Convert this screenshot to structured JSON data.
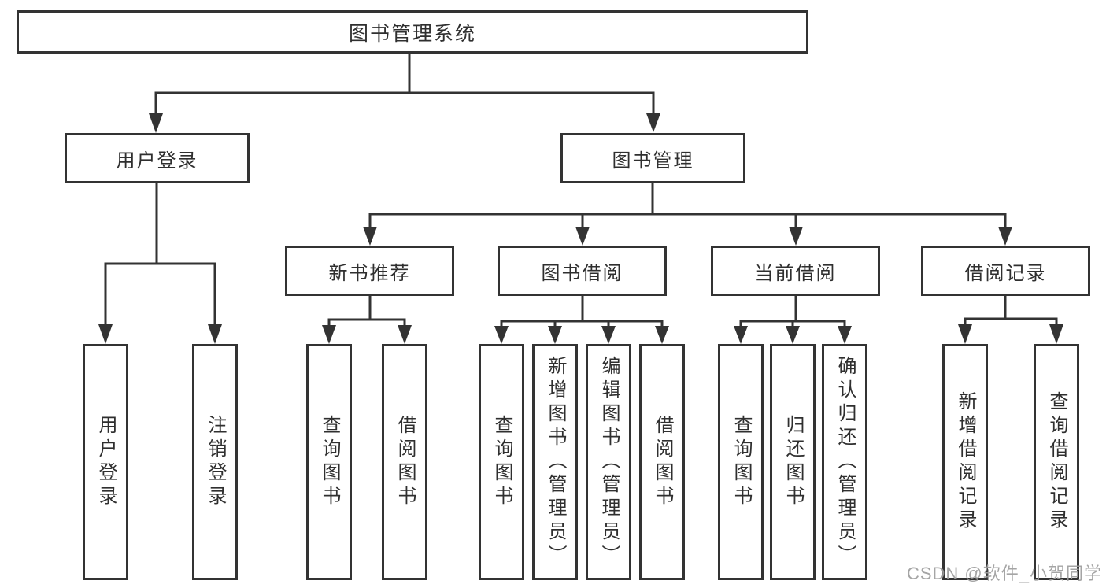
{
  "tree": {
    "root": {
      "label": "图书管理系统"
    },
    "level2": [
      {
        "label": "用户登录",
        "children": [
          {
            "label": "用户登录"
          },
          {
            "label": "注销登录"
          }
        ]
      },
      {
        "label": "图书管理",
        "children": [
          {
            "label": "新书推荐",
            "children": [
              {
                "label": "查询图书"
              },
              {
                "label": "借阅图书"
              }
            ]
          },
          {
            "label": "图书借阅",
            "children": [
              {
                "label": "查询图书"
              },
              {
                "label": "新增图书（管理员）"
              },
              {
                "label": "编辑图书（管理员）"
              },
              {
                "label": "借阅图书"
              }
            ]
          },
          {
            "label": "当前借阅",
            "children": [
              {
                "label": "查询图书"
              },
              {
                "label": "归还图书"
              },
              {
                "label": "确认归还（管理员）"
              }
            ]
          },
          {
            "label": "借阅记录",
            "children": [
              {
                "label": "新增借阅记录"
              },
              {
                "label": "查询借阅记录"
              }
            ]
          }
        ]
      }
    ]
  },
  "watermark": "CSDN @软件_小贺同学",
  "colors": {
    "line": "#333333",
    "text": "#2f2f2f",
    "background": "#ffffff",
    "watermark": "#9e9e9e"
  }
}
